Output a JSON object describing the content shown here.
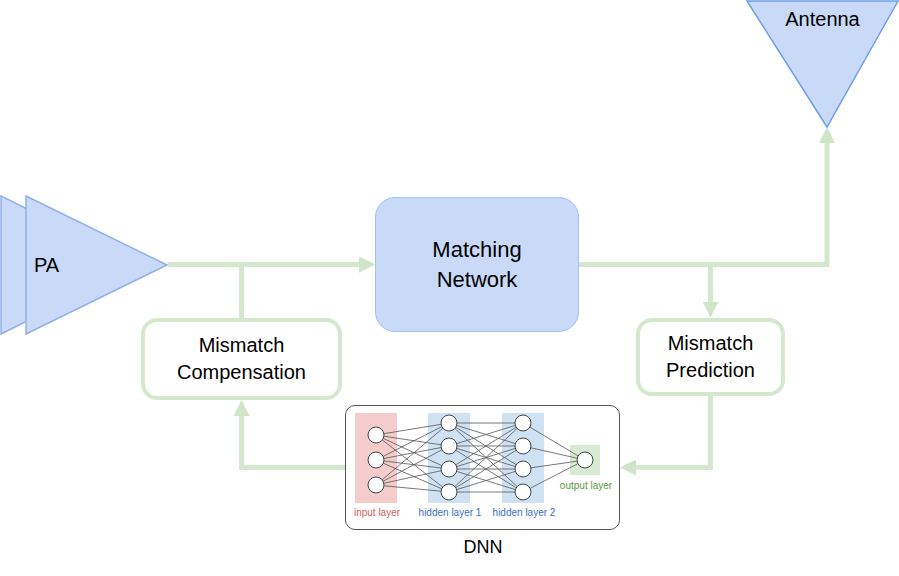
{
  "diagram": {
    "nodes": [
      {
        "text": [
          "PA"
        ]
      },
      {
        "text": [
          "Matching Network"
        ]
      },
      {
        "text": [
          "Antenna"
        ]
      },
      {
        "text": [
          "Mismatch Compensation"
        ]
      },
      {
        "text": [
          "Mismatch Prediction"
        ]
      },
      {
        "text": [
          "input layer",
          "hidden layer 1",
          "hidden layer 2",
          "output layer",
          "DNN"
        ]
      }
    ],
    "edges": [
      {
        "from": 0,
        "to": 1,
        "arrow": "to"
      },
      {
        "from": 1,
        "to": 2,
        "arrow": "to"
      },
      {
        "from": 1,
        "to": 4,
        "arrow": "to"
      },
      {
        "from": 4,
        "to": 5,
        "arrow": "to"
      },
      {
        "from": 5,
        "to": 3,
        "arrow": "to"
      },
      {
        "from": 3,
        "to": 1,
        "arrow": "to"
      }
    ]
  }
}
